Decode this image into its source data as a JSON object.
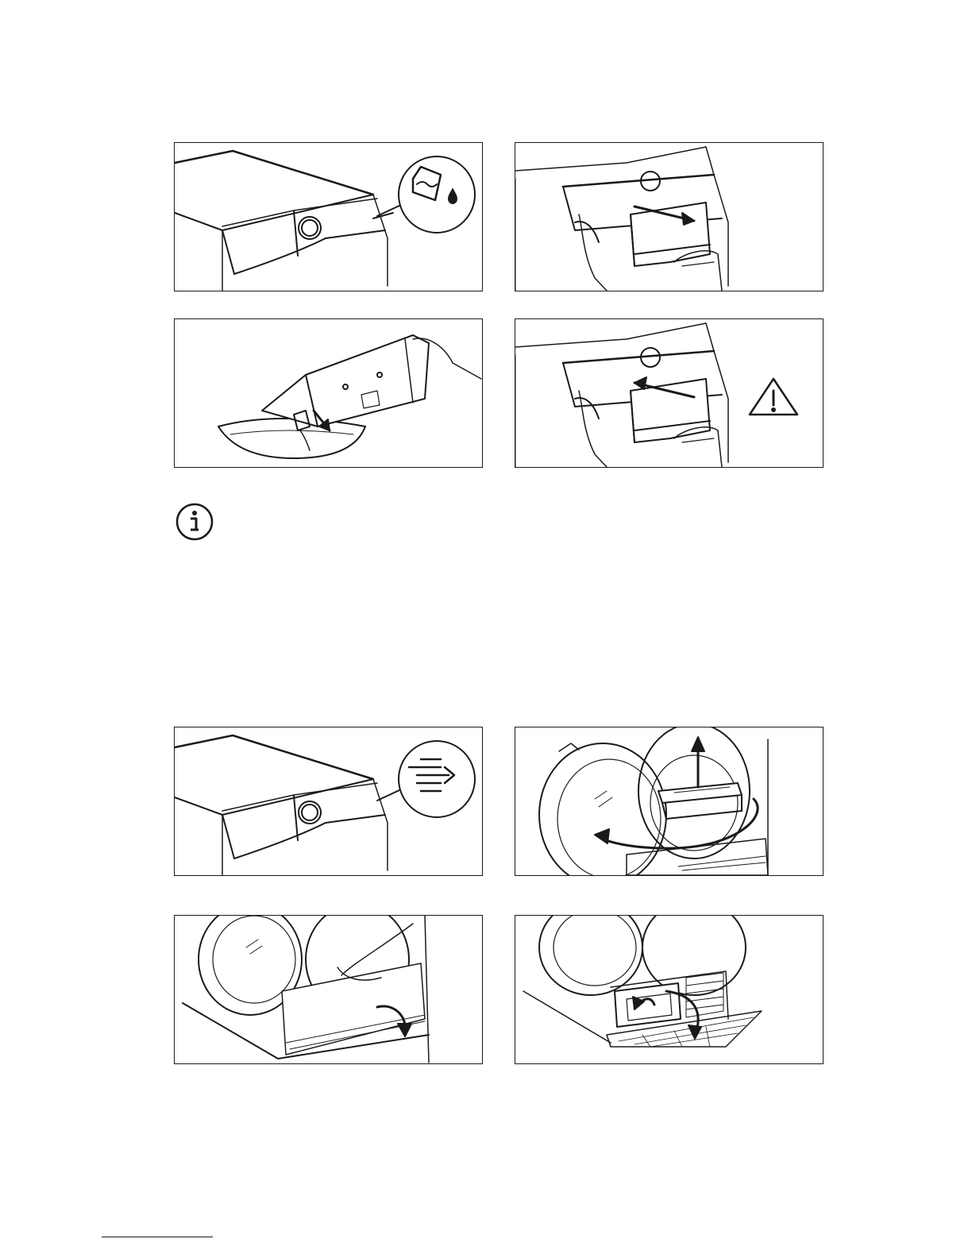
{
  "page": {
    "background": "#ffffff",
    "line_color": "#1a1a1a"
  },
  "section_water_container": {
    "panels": [
      {
        "id": "tank-full-indicator",
        "icon": "water-tank-drop-icon"
      },
      {
        "id": "pull-out-water-container",
        "icon": "arrow-right-icon"
      },
      {
        "id": "empty-container-into-basin",
        "icon": "arrow-down-icon"
      },
      {
        "id": "push-in-water-container",
        "icon": "warning-triangle-icon"
      }
    ]
  },
  "info_note": {
    "icon": "info-icon"
  },
  "section_condenser": {
    "panels": [
      {
        "id": "clean-condenser-indicator",
        "icon": "condenser-clean-icon"
      },
      {
        "id": "remove-door-filter",
        "icon": "arrow-up-icon"
      },
      {
        "id": "open-plinth-cover",
        "icon": "arrow-curved-down-icon"
      },
      {
        "id": "release-condenser-lever",
        "icon": "arrow-curved-icon"
      }
    ]
  }
}
